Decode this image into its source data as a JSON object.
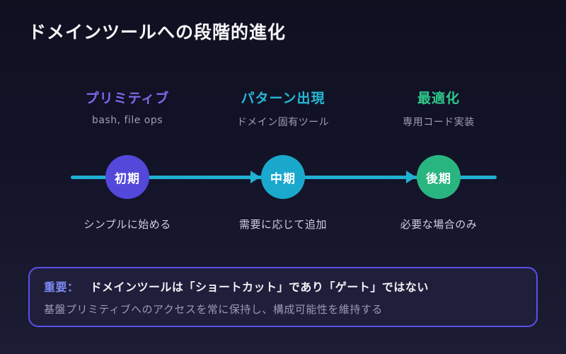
{
  "page": {
    "title": "ドメインツールへの段階的進化"
  },
  "stages": [
    {
      "title": "プリミティブ",
      "subtitle": "bash, file ops",
      "phase": "初期",
      "note": "シンプルに始める",
      "title_color": "#7b6bf0",
      "circle_color": "#5348da"
    },
    {
      "title": "パターン出現",
      "subtitle": "ドメイン固有ツール",
      "phase": "中期",
      "note": "需要に応じて追加",
      "title_color": "#24b8d8",
      "circle_color": "#1aa9cd"
    },
    {
      "title": "最適化",
      "subtitle": "専用コード実装",
      "phase": "後期",
      "note": "必要な場合のみ",
      "title_color": "#2ec98c",
      "circle_color": "#29b580"
    }
  ],
  "timeline": {
    "line_color": "#1fb0d2"
  },
  "callout": {
    "label": "重要：",
    "heading": "ドメインツールは「ショートカット」であり「ゲート」ではない",
    "body": "基盤プリミティブへのアクセスを常に保持し、構成可能性を維持する",
    "border_color": "#5b4fe8",
    "label_color": "#7d8bf7"
  }
}
